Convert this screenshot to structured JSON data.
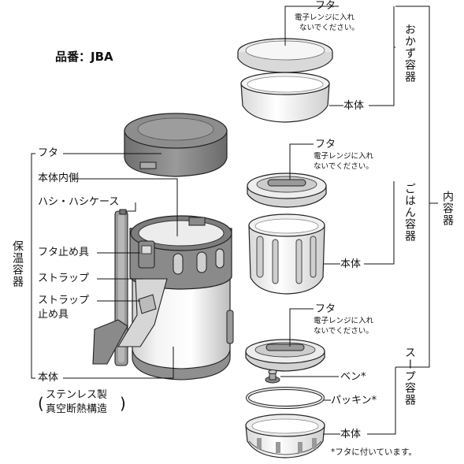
{
  "model": "品番：JBA",
  "left_group": {
    "title": "保温容器",
    "labels": {
      "futa": "フタ",
      "inner": "本体内側",
      "chopsticks": "ハシ・ハシケース",
      "lid_clip": "フタ止め具",
      "strap": "ストラップ",
      "strap_stop_1": "ストラップ",
      "strap_stop_2": "止め具",
      "body": "本体",
      "body_note_1": "ステンレス製",
      "body_note_2": "真空断熱構造"
    }
  },
  "right_group": {
    "title": "内容器",
    "okazu": {
      "title": "おかず容器",
      "futa": "フタ",
      "note_1": "電子レンジに入れ",
      "note_2": "ないでください。",
      "body": "本体"
    },
    "gohan": {
      "title": "ごはん容器",
      "futa": "フタ",
      "note_1": "電子レンジに入れ",
      "note_2": "ないでください。",
      "body": "本体"
    },
    "soup": {
      "title": "スープ容器",
      "futa": "フタ",
      "note_1": "電子レンジに入れ",
      "note_2": "ないでください。",
      "valve": "ベン*",
      "packing": "パッキン*",
      "body": "本体"
    },
    "footnote": "*フタに付いています。"
  },
  "colors": {
    "body_gray": "#8a8a8a",
    "lid_dark": "#7a7a7a",
    "line": "#111111"
  }
}
